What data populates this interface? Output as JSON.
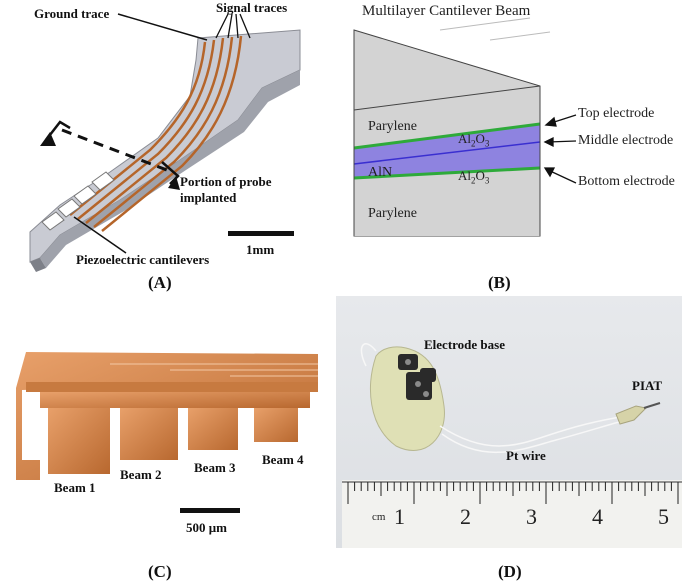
{
  "panels": {
    "a": {
      "tag": "(A)",
      "ground_trace": "Ground trace",
      "signal_traces": "Signal traces",
      "portion_line1": "Portion of probe",
      "portion_line2": "implanted",
      "piezo": "Piezoelectric cantilevers",
      "scale": "1mm"
    },
    "b": {
      "tag": "(B)",
      "title": "Multilayer Cantilever Beam",
      "parylene_top": "Parylene",
      "al2o3_top": "Al2O3",
      "aln": "AlN",
      "al2o3_bottom": "Al2O3",
      "parylene_bottom": "Parylene",
      "top_electrode": "Top electrode",
      "middle_electrode": "Middle electrode",
      "bottom_electrode": "Bottom electrode"
    },
    "c": {
      "tag": "(C)",
      "beam1": "Beam 1",
      "beam2": "Beam 2",
      "beam3": "Beam 3",
      "beam4": "Beam 4",
      "scale": "500 μm"
    },
    "d": {
      "tag": "(D)",
      "electrode_base": "Electrode base",
      "piat": "PIAT",
      "pt_wire": "Pt wire",
      "ruler_unit": "cm",
      "ruler_numbers": [
        "1",
        "2",
        "3",
        "4",
        "5"
      ]
    }
  },
  "colors": {
    "probe_gray": "#c9cbd3",
    "trace_copper": "#b5652a",
    "aln_blue": "#8e83e0",
    "electrode_green": "#2eaa3a",
    "chip_copper": "#d9894e"
  }
}
